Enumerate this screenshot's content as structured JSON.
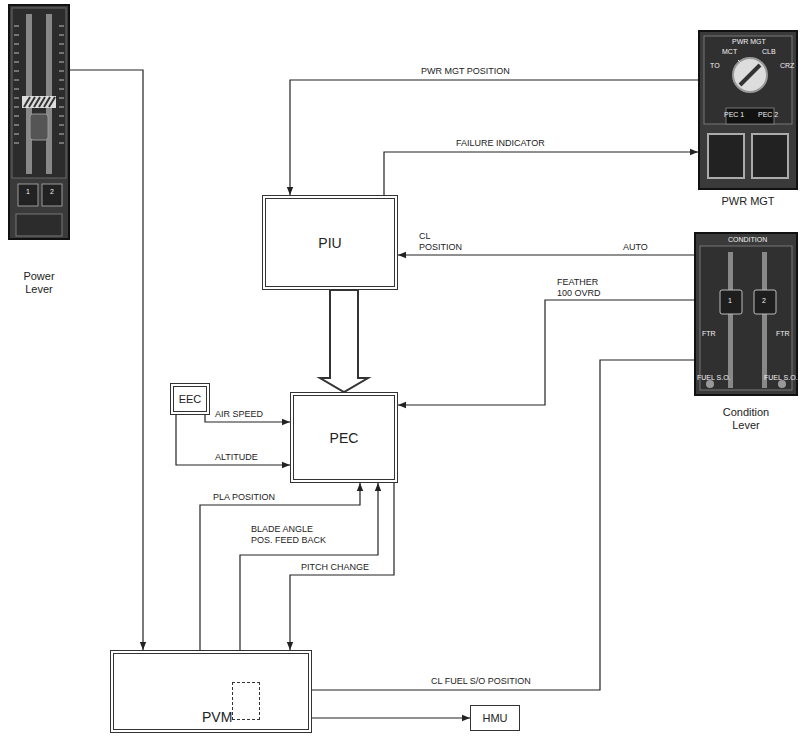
{
  "diagram": {
    "nodes": [
      {
        "text": [
          "Power Lever"
        ]
      },
      {
        "text": [
          "PWR MGT"
        ]
      },
      {
        "text": [
          "PIU"
        ]
      },
      {
        "text": [
          "Condition Lever"
        ]
      },
      {
        "text": [
          "EEC"
        ]
      },
      {
        "text": [
          "PEC"
        ]
      },
      {
        "text": [
          "PVM"
        ]
      },
      {
        "text": [
          "HMU"
        ]
      }
    ],
    "edges": [
      {
        "from": 0,
        "to": 6,
        "arrow": "to"
      },
      {
        "from": 1,
        "to": 2,
        "label": "PWR MGT POSITION",
        "arrow": "to"
      },
      {
        "from": 2,
        "to": 1,
        "label": "FAILURE INDICATOR",
        "arrow": "to"
      },
      {
        "from": 3,
        "to": 2,
        "label": "CL POSITION",
        "arrow": "to"
      },
      {
        "from": 2,
        "to": 5,
        "arrow": "to"
      },
      {
        "from": 3,
        "to": 5,
        "label": "FEATHER 100 OVRD",
        "arrow": "to"
      },
      {
        "from": 4,
        "to": 5,
        "label": "AIR SPEED",
        "arrow": "to"
      },
      {
        "from": 4,
        "to": 5,
        "label": "ALTITUDE",
        "arrow": "to"
      },
      {
        "from": 6,
        "to": 5,
        "label": "PLA POSITION",
        "arrow": "to"
      },
      {
        "from": 6,
        "to": 5,
        "label": "BLADE ANGLE POS. FEED BACK",
        "arrow": "to"
      },
      {
        "from": 5,
        "to": 6,
        "label": "PITCH CHANGE",
        "arrow": "to"
      },
      {
        "from": 3,
        "to": 6,
        "label": "CL FUEL S/O POSITION",
        "arrow": "to"
      },
      {
        "from": 6,
        "to": 7,
        "arrow": "to"
      }
    ],
    "labels": [
      "AUTO",
      "1",
      "2",
      "PWR MGT",
      "TO",
      "MCT",
      "CLB",
      "CRZ",
      "PEC 1",
      "PEC 2",
      "CONDITION",
      "1",
      "2",
      "FTR",
      "FTR",
      "FUEL S.O.",
      "FUEL S.O."
    ]
  }
}
